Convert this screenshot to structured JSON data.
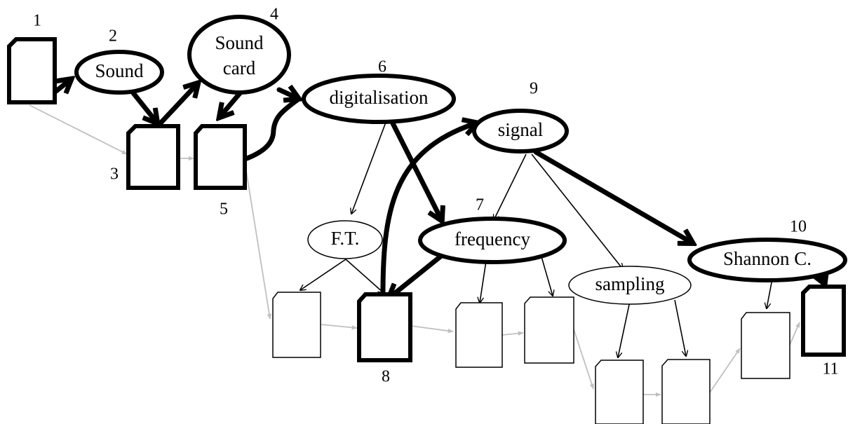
{
  "colors": {
    "ink": "#000000",
    "edge_gray": "#c0c0c0",
    "background": "#ffffff"
  },
  "concepts": {
    "sound": "Sound",
    "sound_card_line1": "Sound",
    "sound_card_line2": "card",
    "digitalisation": "digitalisation",
    "signal": "signal",
    "ft": "F.T.",
    "frequency": "frequency",
    "sampling": "sampling",
    "shannon": "Shannon C."
  },
  "step_numbers": {
    "n1": "1",
    "n2": "2",
    "n3": "3",
    "n4": "4",
    "n5": "5",
    "n6": "6",
    "n7": "7",
    "n8": "8",
    "n9": "9",
    "n10": "10",
    "n11": "11"
  }
}
